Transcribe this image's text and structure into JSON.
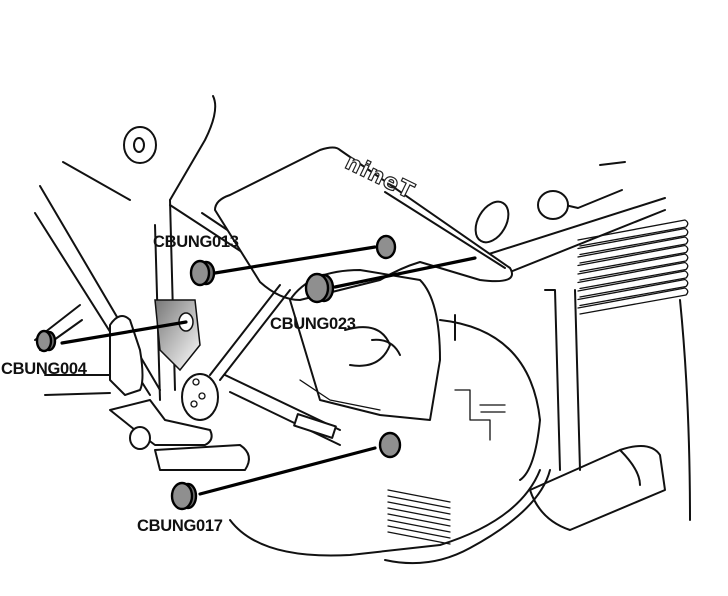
{
  "diagram": {
    "subject": "Motorcycle engine and frame line drawing with frame bung locations",
    "brand_mark": "nineT",
    "colors": {
      "line": "#111111",
      "bung_fill": "#8f8f8f",
      "background": "#ffffff"
    },
    "callouts": [
      {
        "id": "cbung013",
        "label": "CBUNG013"
      },
      {
        "id": "cbung023",
        "label": "CBUNG023"
      },
      {
        "id": "cbung004",
        "label": "CBUNG004"
      },
      {
        "id": "cbung017",
        "label": "CBUNG017"
      }
    ]
  }
}
